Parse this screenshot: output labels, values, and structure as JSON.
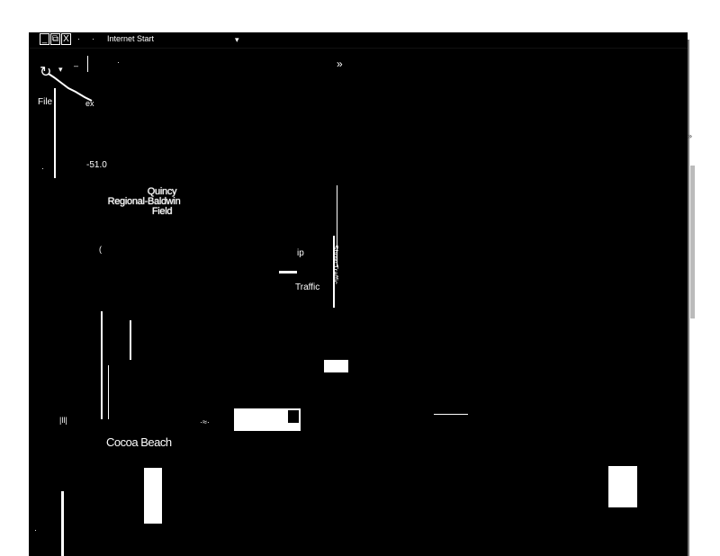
{
  "window": {
    "title": "Internet Start",
    "controls": {
      "minimize": "_",
      "restore": "⧉",
      "close": "X"
    },
    "overflow_chevron": "»"
  },
  "toolbar": {
    "refresh_glyph": "↻",
    "menu_file": "File",
    "zoom_value": "-51.0",
    "ex_fragment": "ex"
  },
  "map": {
    "airport_label_1": "Quincy",
    "airport_label_2": "Regional-Baldwin",
    "airport_label_3": "Field",
    "traffic_label": "Traffic",
    "city_label": "Cocoa Beach",
    "side_label": "Show Traffic"
  },
  "right_edge": {
    "chevron": "»"
  },
  "colors": {
    "window_bg": "#000000",
    "page_bg": "#ffffff",
    "text": "#ffffff"
  }
}
